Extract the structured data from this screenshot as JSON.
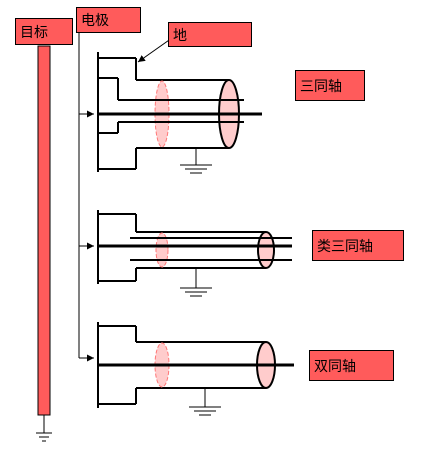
{
  "labels": {
    "target": "目标",
    "electrode": "电极",
    "ground": "地",
    "triaxial": "三同轴",
    "quasi_triaxial": "类三同轴",
    "coaxial": "双同轴"
  },
  "colors": {
    "label_fill": "#ff5b5b",
    "target_bar_fill": "#ff5b5b",
    "cable_ring_fill": "#ffcccc",
    "line": "#000000"
  }
}
